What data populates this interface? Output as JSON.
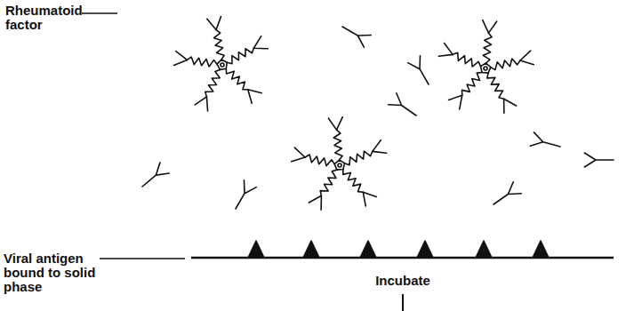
{
  "diagram": {
    "labels": [
      "Rheumatoid factor",
      "Viral antigen bound to solid phase",
      "Incubate"
    ]
  }
}
